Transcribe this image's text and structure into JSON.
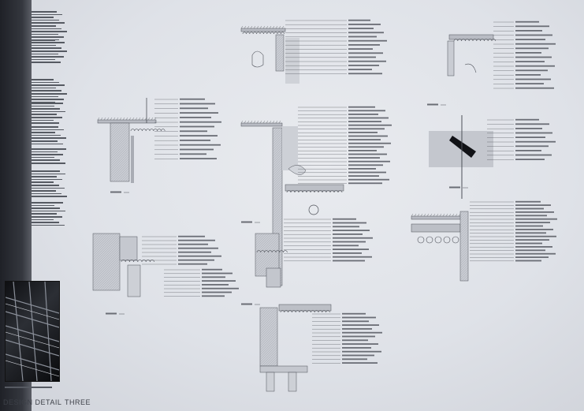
{
  "sheet": {
    "title_left": "Design Detail",
    "title_right": "Three"
  },
  "details": [
    {
      "id": "detail-top-center"
    },
    {
      "id": "detail-top-right"
    },
    {
      "id": "detail-mid-left"
    },
    {
      "id": "detail-mid-center"
    },
    {
      "id": "detail-mid-right"
    },
    {
      "id": "detail-lower-left"
    },
    {
      "id": "detail-lower-center"
    },
    {
      "id": "detail-lower-right"
    },
    {
      "id": "detail-bottom-center"
    }
  ],
  "colors": {
    "paper": "#e4e7ec",
    "ink": "#4d5058",
    "border": "#2a2c34"
  }
}
